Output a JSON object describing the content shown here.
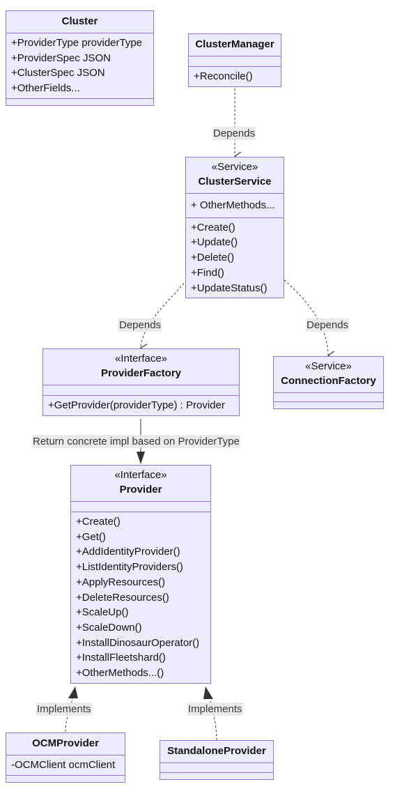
{
  "classes": {
    "cluster": {
      "name": "Cluster",
      "attributes": [
        "+ProviderType providerType",
        "+ProviderSpec JSON",
        "+ClusterSpec JSON",
        "+OtherFields..."
      ]
    },
    "cluster_manager": {
      "name": "ClusterManager",
      "methods": [
        "+Reconcile()"
      ]
    },
    "cluster_service": {
      "stereotype": "«Service»",
      "name": "ClusterService",
      "attributes": [
        "+ OtherMethods..."
      ],
      "methods": [
        "+Create()",
        "+Update()",
        "+Delete()",
        "+Find()",
        "+UpdateStatus()"
      ]
    },
    "provider_factory": {
      "stereotype": "«Interface»",
      "name": "ProviderFactory",
      "methods": [
        "+GetProvider(providerType) : Provider"
      ]
    },
    "connection_factory": {
      "stereotype": "«Service»",
      "name": "ConnectionFactory"
    },
    "provider": {
      "stereotype": "«Interface»",
      "name": "Provider",
      "methods": [
        "+Create()",
        "+Get()",
        "+AddIdentityProvider()",
        "+ListIdentityProviders()",
        "+ApplyResources()",
        "+DeleteResources()",
        "+ScaleUp()",
        "+ScaleDown()",
        "+InstallDinosaurOperator()",
        "+InstallFleetshard()",
        "+OtherMethods...()"
      ]
    },
    "ocm_provider": {
      "name": "OCMProvider",
      "attributes": [
        "-OCMClient ocmClient"
      ]
    },
    "standalone_provider": {
      "name": "StandaloneProvider"
    }
  },
  "edges": {
    "manager_to_service": "Depends",
    "service_to_factory": "Depends",
    "service_to_connection": "Depends",
    "factory_to_provider": "Return concrete impl based on ProviderType",
    "ocm_implements": "Implements",
    "standalone_implements": "Implements"
  },
  "colors": {
    "fill": "#ececff",
    "stroke": "#9370db",
    "edge": "#333333",
    "label_bg": "#e8e8e8"
  }
}
